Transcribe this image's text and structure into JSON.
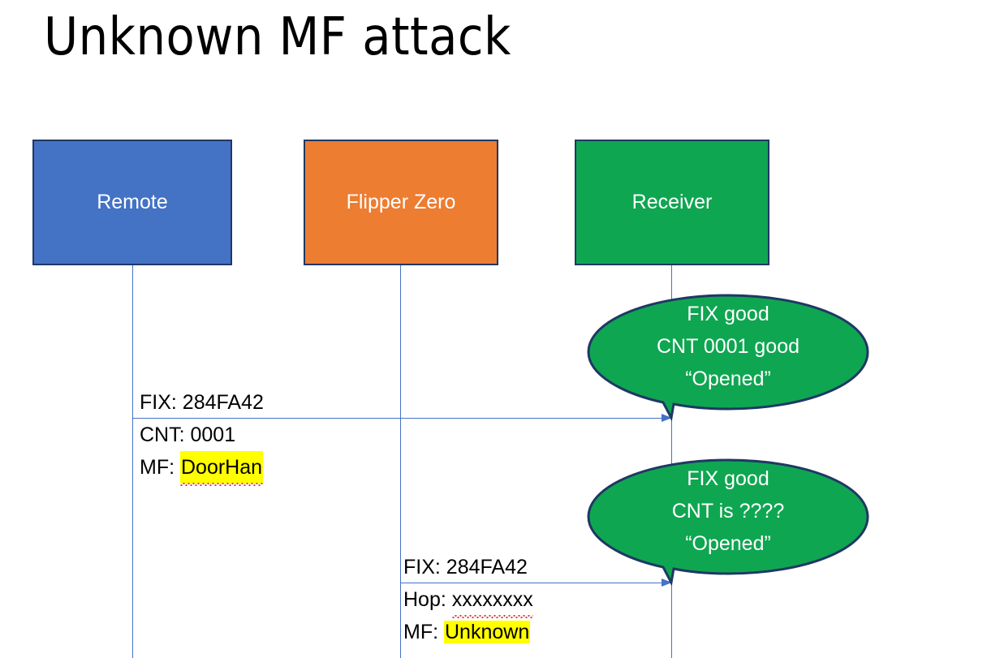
{
  "slide": {
    "title": "Unknown MF attack"
  },
  "actors": [
    {
      "id": "remote",
      "label": "Remote",
      "color": "#4472C4"
    },
    {
      "id": "flipper",
      "label": "Flipper Zero",
      "color": "#ED7D31"
    },
    {
      "id": "receiver",
      "label": "Receiver",
      "color": "#0FA651"
    }
  ],
  "messages": [
    {
      "id": "msg1",
      "from": "remote",
      "to": "receiver",
      "lines": [
        {
          "prefix": "FIX: ",
          "value": "284FA42",
          "highlight": false,
          "spellerror": false
        },
        {
          "prefix": "CNT: ",
          "value": "0001",
          "highlight": false,
          "spellerror": false
        },
        {
          "prefix": "MF: ",
          "value": "DoorHan",
          "highlight": true,
          "spellerror": true
        }
      ]
    },
    {
      "id": "msg2",
      "from": "flipper",
      "to": "receiver",
      "lines": [
        {
          "prefix": "FIX: ",
          "value": "284FA42",
          "highlight": false,
          "spellerror": false
        },
        {
          "prefix": "Hop: ",
          "value": "xxxxxxxx",
          "highlight": false,
          "spellerror": true
        },
        {
          "prefix": "MF: ",
          "value": "Unknown",
          "highlight": true,
          "spellerror": false
        }
      ]
    }
  ],
  "callouts": [
    {
      "id": "callout1",
      "color": "#0FA651",
      "border": "#1F3864",
      "lines": [
        "FIX good",
        "CNT 0001 good",
        "“Opened”"
      ]
    },
    {
      "id": "callout2",
      "color": "#0FA651",
      "border": "#1F3864",
      "lines": [
        "FIX good",
        "CNT is ????",
        "“Opened”"
      ]
    }
  ],
  "arrow_color": "#4472C4",
  "highlight_color": "#FFFF00",
  "spellcheck_color": "#E8342B"
}
